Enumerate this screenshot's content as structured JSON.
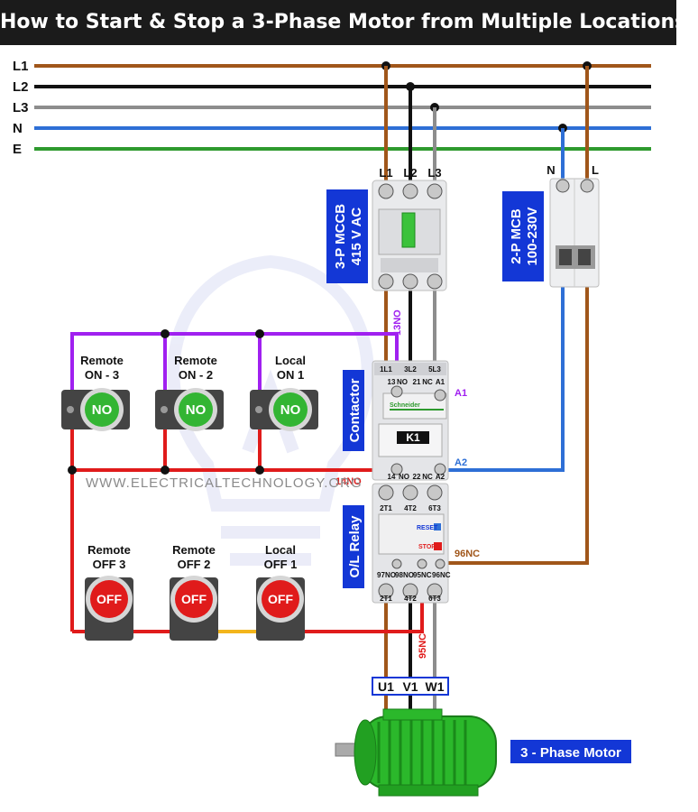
{
  "title": "How to Start & Stop a 3-Phase Motor from Multiple Locations?",
  "bus_labels": [
    "L1",
    "L2",
    "L3",
    "N",
    "E"
  ],
  "mccb": {
    "terminals": [
      "L1",
      "L2",
      "L3"
    ],
    "line1": "3-P MCCB",
    "line2": "415 V AC"
  },
  "mcb": {
    "terminals": [
      "N",
      "L"
    ],
    "line1": "2-P MCB",
    "line2": "100-230V"
  },
  "contactor": {
    "label": "Contactor",
    "name": "K1",
    "top_terminals": [
      "1L1",
      "3L2",
      "5L3"
    ],
    "aux_top": [
      "13",
      "NO",
      "21",
      "NC",
      "A1"
    ],
    "aux_bottom": [
      "14",
      "NO",
      "22",
      "NC",
      "A2"
    ],
    "bottom_terminals": [
      "2T1",
      "4T2",
      "6T3"
    ],
    "brand": "Schneider"
  },
  "relay": {
    "label": "O/L Relay",
    "top_terminals": [
      "2T1",
      "4T2",
      "6T3"
    ],
    "bottom_terminals": [
      "2T1",
      "4T2",
      "6T3"
    ],
    "aux": [
      "97",
      "NO",
      "98",
      "NO",
      "95",
      "NC",
      "96",
      "NC"
    ],
    "reset": "RESET",
    "stop": "STOP"
  },
  "wire_labels": {
    "no13": "13NO",
    "no14": "14NO",
    "a1": "A1",
    "a2": "A2",
    "nc96": "96NC",
    "nc95": "95NC"
  },
  "on_buttons": [
    {
      "line1": "Remote",
      "line2": "ON - 3",
      "text": "NO"
    },
    {
      "line1": "Remote",
      "line2": "ON - 2",
      "text": "NO"
    },
    {
      "line1": "Local",
      "line2": "ON 1",
      "text": "NO"
    }
  ],
  "off_buttons": [
    {
      "line1": "Remote",
      "line2": "OFF 3",
      "text": "OFF"
    },
    {
      "line1": "Remote",
      "line2": "OFF 2",
      "text": "OFF"
    },
    {
      "line1": "Local",
      "line2": "OFF 1",
      "text": "OFF"
    }
  ],
  "motor_terminals": [
    "U1",
    "V1",
    "W1"
  ],
  "motor_label": "3 - Phase Motor",
  "watermark": "WWW.ELECTRICALTECHNOLOGY.ORG",
  "colors": {
    "L1": "#a0561a",
    "L2": "#111111",
    "L3": "#8d8d8d",
    "N": "#2e6fd6",
    "E": "#2e9a2e",
    "control_purple": "#a020f0",
    "control_red": "#e01b1b",
    "control_yellow": "#f3b51b",
    "label_blue": "#1337d6",
    "motor_green": "#2bb82b"
  }
}
